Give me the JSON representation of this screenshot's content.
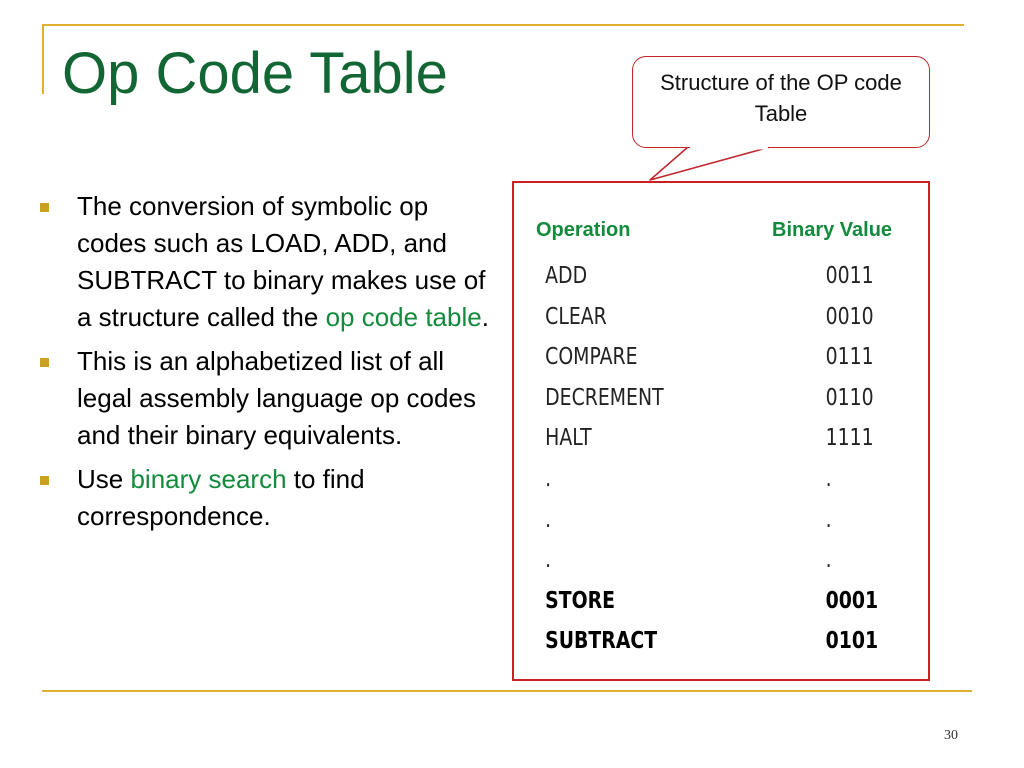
{
  "slide": {
    "title": "Op Code Table",
    "page_number": "30"
  },
  "bullets": [
    {
      "pre": "The conversion of symbolic op codes such as LOAD, ADD, and SUBTRACT to binary makes use of a structure called the ",
      "highlight": "op code table",
      "post": "."
    },
    {
      "pre": "This is an alphabetized list of all legal assembly language op codes and their binary equivalents.",
      "highlight": "",
      "post": ""
    },
    {
      "pre": "Use ",
      "highlight": "binary search",
      "post": " to find correspondence."
    }
  ],
  "callout": {
    "text": "Structure of the OP code Table"
  },
  "opcode_table": {
    "headers": {
      "operation": "Operation",
      "binary": "Binary Value"
    },
    "rows": [
      {
        "op": "ADD",
        "bin": "0011"
      },
      {
        "op": "CLEAR",
        "bin": "0010"
      },
      {
        "op": "COMPARE",
        "bin": "0111"
      },
      {
        "op": "DECREMENT",
        "bin": "0110"
      },
      {
        "op": "HALT",
        "bin": "1111"
      },
      {
        "op": ".",
        "bin": "."
      },
      {
        "op": ".",
        "bin": "."
      },
      {
        "op": ".",
        "bin": "."
      },
      {
        "op": "STORE",
        "bin": "0001"
      },
      {
        "op": "SUBTRACT",
        "bin": "0101"
      }
    ]
  },
  "colors": {
    "title": "#116633",
    "highlight": "#138a3c",
    "frame": "#e0b030",
    "box_border": "#cc1f24"
  }
}
